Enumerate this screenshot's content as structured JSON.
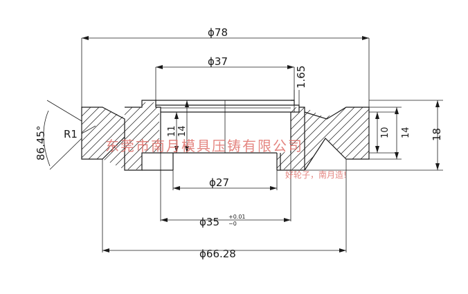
{
  "dimensions": {
    "outer_diameter": "ϕ78",
    "bore_diameter": "ϕ37",
    "groove_depth": "1.65",
    "inner_diameter": "ϕ27",
    "seat_diameter": "ϕ35",
    "seat_tol_upper": "+0.01",
    "seat_tol_lower": "−0",
    "groove_diameter": "ϕ66.28",
    "angle": "86.45°",
    "radius": "R1",
    "height_11": "11",
    "height_14_left": "14",
    "height_10": "10",
    "height_14_right": "14",
    "height_18": "18"
  },
  "watermark": {
    "company": "东莞市南月模具压铸有限公司",
    "slogan": "好轮子，南月造!",
    "color": "#e0706a"
  }
}
